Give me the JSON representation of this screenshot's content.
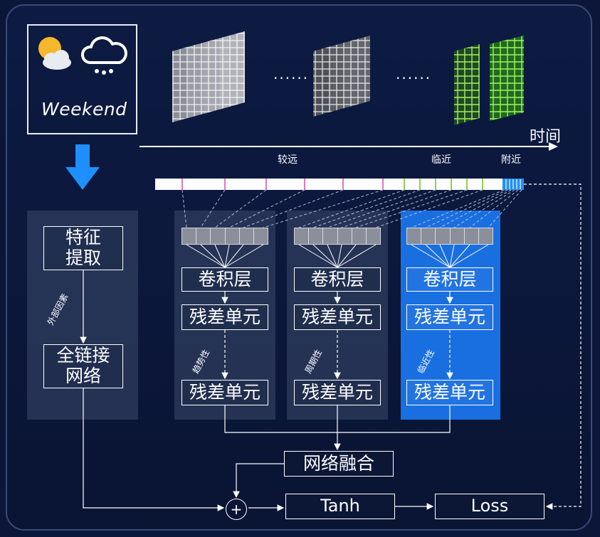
{
  "weather": {
    "label": "Weekend",
    "icons": [
      "sun-cloud-icon",
      "rain-cloud-icon"
    ]
  },
  "timeline": {
    "axis_label": "时间",
    "far_label": "较远",
    "recent_label": "临近",
    "nearby_label": "附近",
    "ellipsis_1": "......",
    "ellipsis_2": "......"
  },
  "external": {
    "feature_box": "特征\n提取",
    "factor_label": "外部因素",
    "fc_box": "全链接\n网络"
  },
  "branches": [
    {
      "conv": "卷积层",
      "res1": "残差单元",
      "res2": "残差单元",
      "label": "趋势性"
    },
    {
      "conv": "卷积层",
      "res1": "残差单元",
      "res2": "残差单元",
      "label": "周期性"
    },
    {
      "conv": "卷积层",
      "res1": "残差单元",
      "res2": "残差单元",
      "label": "临近性"
    }
  ],
  "fusion": {
    "fusion_box": "网络融合",
    "plus_symbol": "+",
    "tanh_box": "Tanh",
    "loss_box": "Loss"
  },
  "colors": {
    "background": "#0b1638",
    "panel": "#3c4a6c",
    "highlight_panel": "#1a6fe0",
    "trend_tick": "#e079b8",
    "period_tick": "#8fd14f",
    "nearby_tick": "#4aa8ff",
    "arrow_blue": "#1e8fff"
  }
}
